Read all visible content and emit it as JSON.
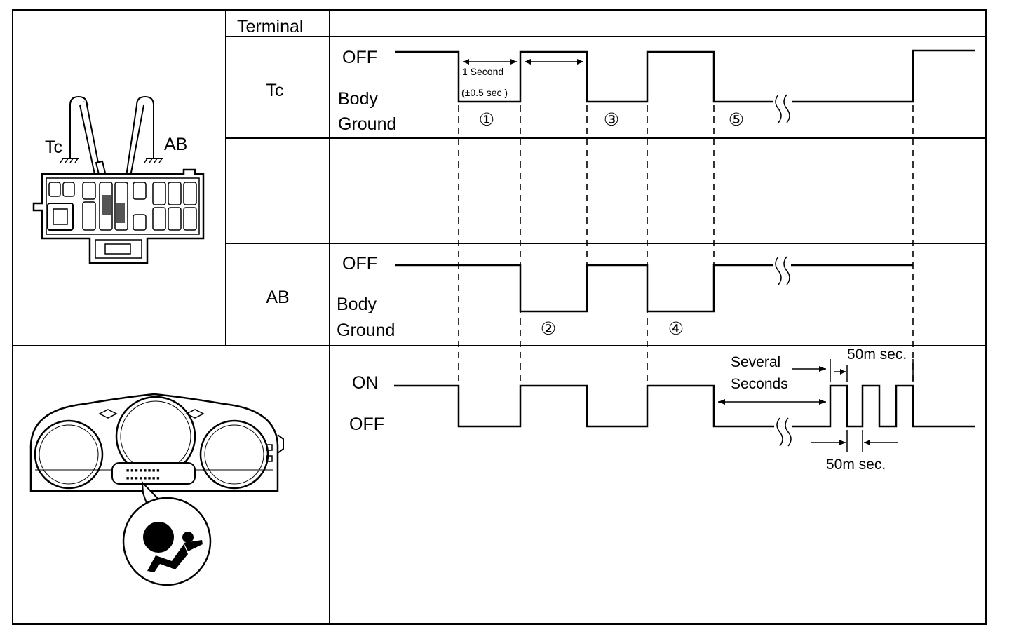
{
  "table": {
    "header": "Terminal",
    "rows": [
      {
        "name": "Tc",
        "level_high": "OFF",
        "level_low_1": "Body",
        "level_low_2": "Ground"
      },
      {
        "name": "",
        "level_high": "",
        "level_low_1": "",
        "level_low_2": ""
      },
      {
        "name": "AB",
        "level_high": "OFF",
        "level_low_1": "Body",
        "level_low_2": "Ground"
      }
    ],
    "lamp_row": {
      "level_high": "ON",
      "level_low": "OFF"
    }
  },
  "annotations": {
    "one_second": "1 Second",
    "tolerance": "(±0.5 sec )",
    "several": "Several",
    "seconds": "Seconds",
    "fifty_ms_top": "50m sec.",
    "fifty_ms_bottom": "50m sec."
  },
  "steps": [
    "①",
    "②",
    "③",
    "④",
    "⑤"
  ],
  "connector": {
    "left_label": "Tc",
    "right_label": "AB"
  },
  "icons": [
    "dlc-connector-icon",
    "instrument-cluster-icon",
    "airbag-warning-icon"
  ]
}
